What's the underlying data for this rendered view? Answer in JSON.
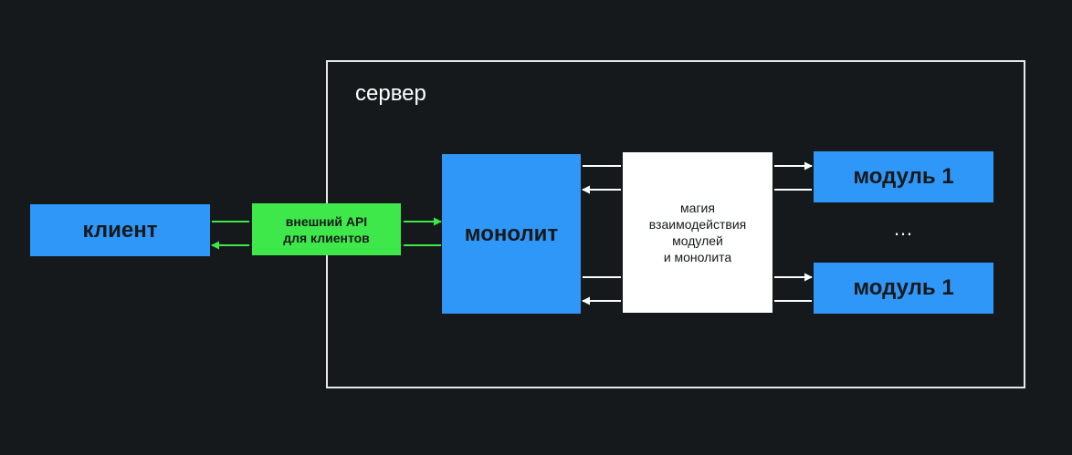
{
  "server": {
    "label": "сервер"
  },
  "client": {
    "label": "клиент"
  },
  "api": {
    "line1": "внешний API",
    "line2": "для клиентов"
  },
  "monolith": {
    "label": "монолит"
  },
  "magic": {
    "line1": "магия",
    "line2": "взаимодействия",
    "line3": "модулей",
    "line4": "и монолита"
  },
  "modules": [
    {
      "label": "модуль 1"
    },
    {
      "label": "модуль 1"
    }
  ],
  "ellipsis": "…",
  "colors": {
    "background": "#16191b",
    "blue": "#2e97f7",
    "green": "#3ee84a",
    "white": "#ffffff"
  }
}
